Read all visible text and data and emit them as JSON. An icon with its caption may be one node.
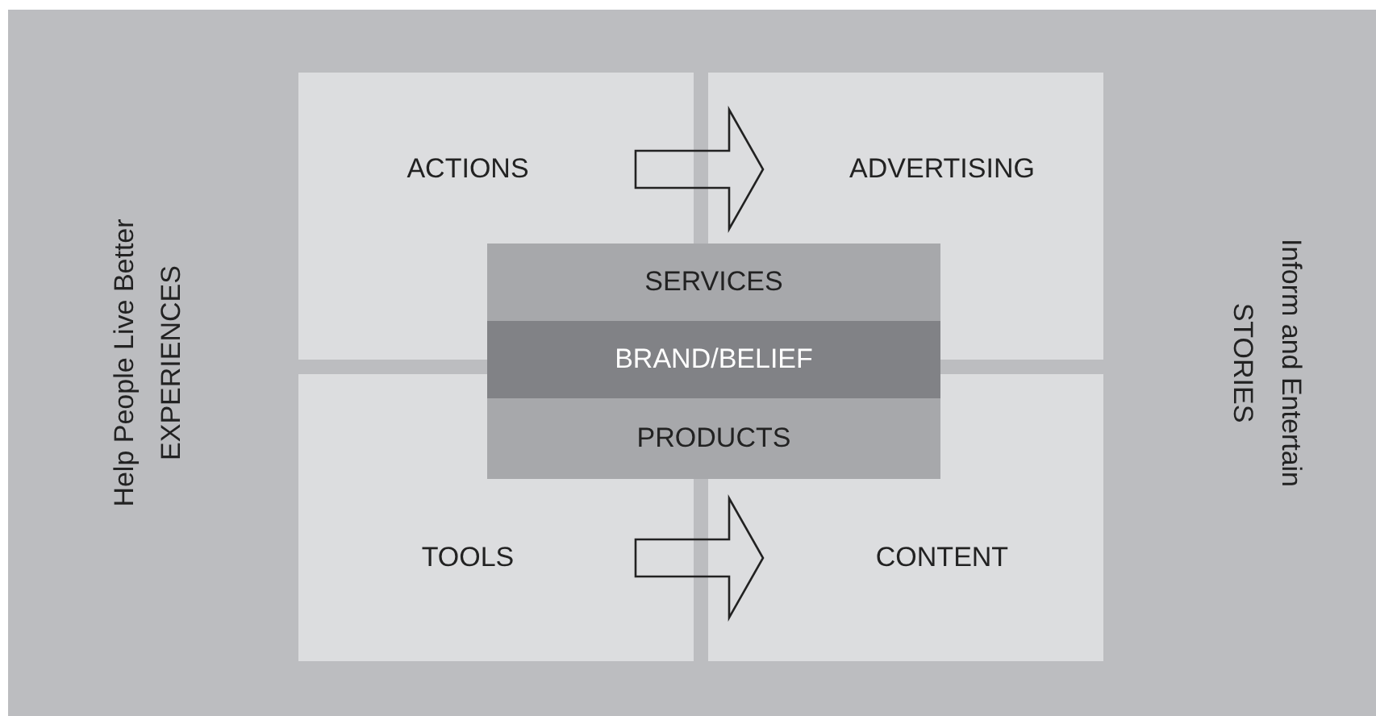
{
  "diagram": {
    "nodes": [
      {
        "text": [
          "ACTIONS"
        ]
      },
      {
        "text": [
          "ADVERTISING"
        ]
      },
      {
        "text": [
          "SERVICES"
        ]
      },
      {
        "text": [
          "BRAND/BELIEF"
        ]
      },
      {
        "text": [
          "PRODUCTS"
        ]
      },
      {
        "text": [
          "TOOLS"
        ]
      },
      {
        "text": [
          "CONTENT"
        ]
      }
    ],
    "edges": [
      {
        "from": 0,
        "to": 1,
        "arrow": "to"
      },
      {
        "from": 5,
        "to": 6,
        "arrow": "to"
      }
    ],
    "labels": [
      "Help People Live Better",
      "EXPERIENCES",
      "Inform and Entertain",
      "STORIES"
    ]
  }
}
